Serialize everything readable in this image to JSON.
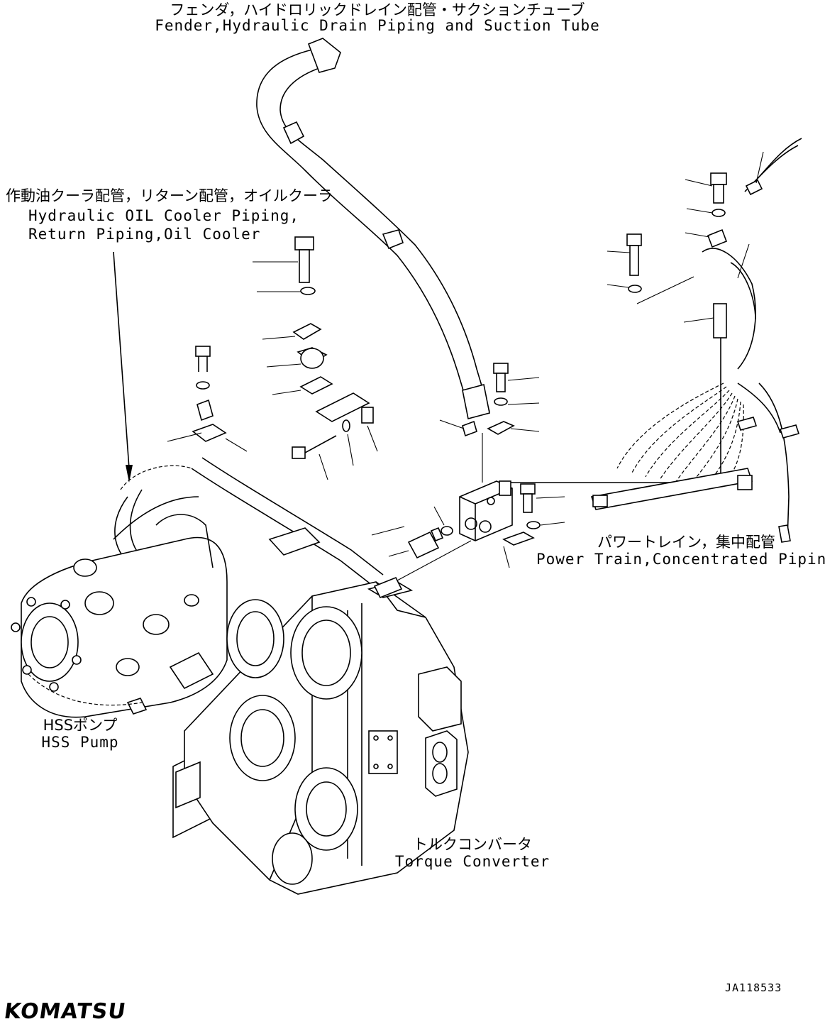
{
  "labels": {
    "fender": {
      "jp": "フェンダ，ハイドロリックドレイン配管・サクションチューブ",
      "en": "Fender,Hydraulic Drain Piping and Suction Tube"
    },
    "cooler": {
      "jp": "作動油クーラ配管，リターン配管，オイルクーラ",
      "en1": "Hydraulic OIL Cooler Piping,",
      "en2": "Return Piping,Oil Cooler"
    },
    "power_train": {
      "jp": "パワートレイン，集中配管",
      "en": "Power Train,Concentrated Piping"
    },
    "hss_pump": {
      "jp": "HSSポンプ",
      "en": "HSS Pump"
    },
    "torque_converter": {
      "jp": "トルクコンバータ",
      "en": "Torque Converter"
    }
  },
  "drawing_code": "JA118533",
  "brand": "KOMATSU"
}
